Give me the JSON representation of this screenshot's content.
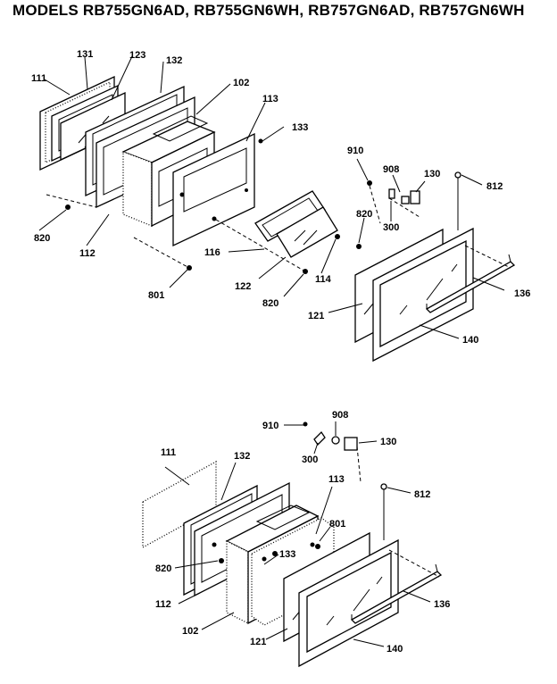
{
  "title": "MODELS RB755GN6AD, RB755GN6WH, RB757GN6AD, RB757GN6WH",
  "top_assembly": {
    "labels": {
      "l111": "111",
      "l131": "131",
      "l123": "123",
      "l132": "132",
      "l102": "102",
      "l113": "113",
      "l133": "133",
      "l910": "910",
      "l908": "908",
      "l130": "130",
      "l812": "812",
      "l820a": "820",
      "l820b": "820",
      "l820c": "820",
      "l300": "300",
      "l112": "112",
      "l116": "116",
      "l801": "801",
      "l122": "122",
      "l114": "114",
      "l121": "121",
      "l136": "136",
      "l140": "140"
    }
  },
  "bottom_assembly": {
    "labels": {
      "l910": "910",
      "l908": "908",
      "l300": "300",
      "l130": "130",
      "l111": "111",
      "l132": "132",
      "l113": "113",
      "l812": "812",
      "l801": "801",
      "l820": "820",
      "l133": "133",
      "l112": "112",
      "l102": "102",
      "l121": "121",
      "l136": "136",
      "l140": "140"
    }
  }
}
